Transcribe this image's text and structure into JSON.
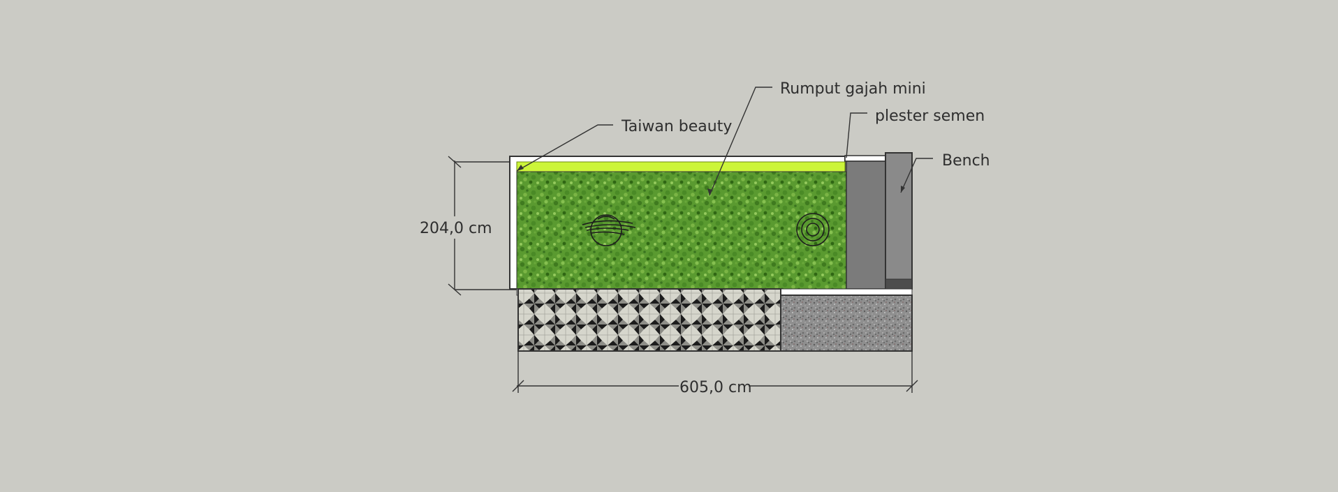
{
  "labels": {
    "taiwan_beauty": "Taiwan beauty",
    "rumput_gajah_mini": "Rumput gajah mini",
    "plester_semen": "plester semen",
    "bench": "Bench"
  },
  "dimensions": {
    "height": "204,0 cm",
    "width": "605,0 cm"
  },
  "colors": {
    "background": "#cbcbc5",
    "grass": "#5a9a30",
    "lime_strip": "#ccf53a",
    "plaster": "#7b7b7b",
    "bench": "#8a8a8a",
    "gravel": "#8f8f8f",
    "tile_light": "#d6d6cc",
    "tile_dark": "#1c1c1c"
  }
}
